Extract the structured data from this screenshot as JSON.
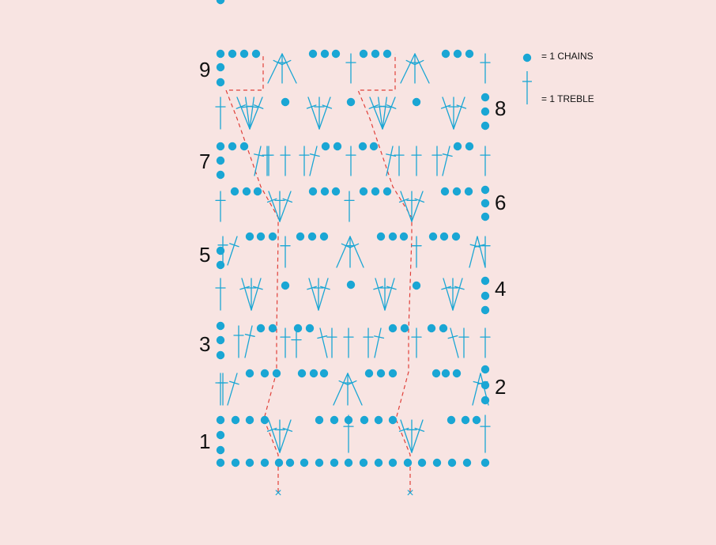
{
  "colors": {
    "background": "#f8e4e2",
    "stitch": "#1aa6d4",
    "repeat_line": "#e0403a",
    "text": "#111111"
  },
  "legend": {
    "chain_label": "= 1 CHAINS",
    "treble_label": "= 1 TREBLE",
    "chain_icon": "filled-circle-chain-icon",
    "treble_icon": "treble-stitch-icon"
  },
  "row_labels": [
    "1",
    "2",
    "3",
    "4",
    "5",
    "6",
    "7",
    "8",
    "9"
  ],
  "start_marker": "×"
}
